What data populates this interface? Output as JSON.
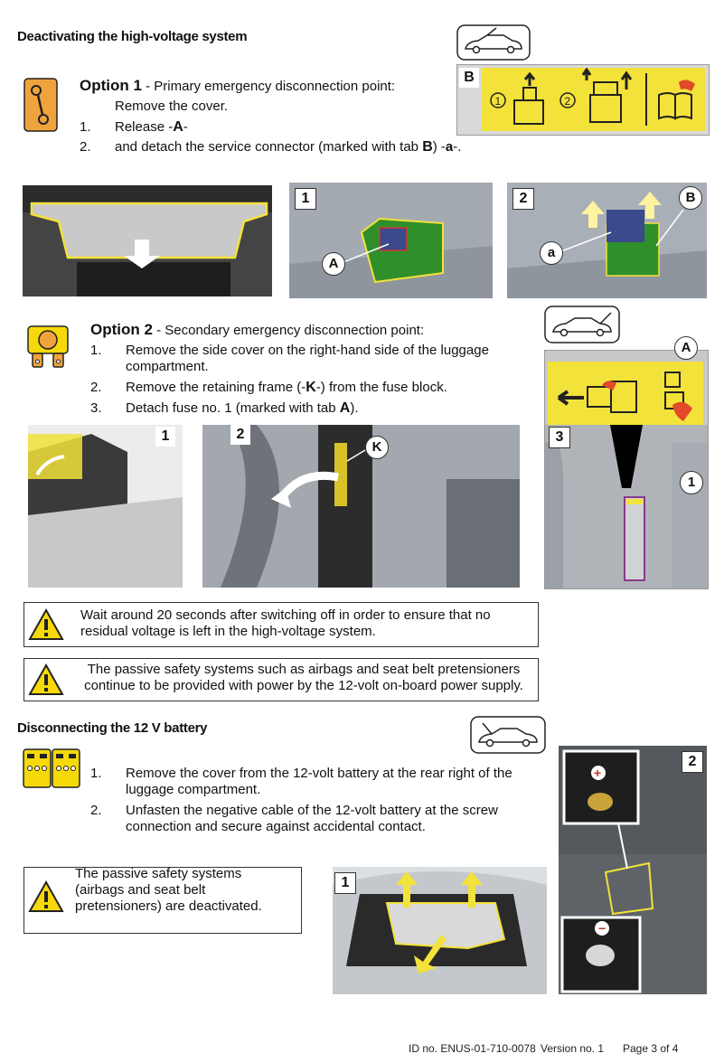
{
  "section1": {
    "heading": "Deactivating the high-voltage system",
    "option1": {
      "title": "Option 1",
      "subtitle": " - Primary emergency disconnection point:",
      "line0": "Remove the cover.",
      "steps": [
        {
          "num": "1.",
          "pre": "Release -",
          "bold": "A",
          "post": "-"
        },
        {
          "num": "2.",
          "pre": "and detach the service connector (marked with tab ",
          "bold": "B",
          "post": ")  -",
          "bold2": "a",
          "post2": "-."
        }
      ],
      "panel_label": "B",
      "photo_labels": {
        "p2": "1",
        "p3": "2",
        "A": "A",
        "a": "a",
        "B": "B"
      }
    },
    "option2": {
      "title": "Option 2",
      "subtitle": " - Secondary emergency disconnection point:",
      "steps": [
        {
          "num": "1.",
          "text": "Remove the side cover on the right-hand side of the luggage compartment."
        },
        {
          "num": "2.",
          "pre": "Remove the retaining frame (-",
          "bold": "K",
          "post": "-) from the fuse block."
        },
        {
          "num": "3.",
          "pre": "Detach fuse no. 1 (marked with tab ",
          "bold": "A",
          "post": ")."
        }
      ],
      "photo_labels": {
        "p1": "1",
        "p2": "2",
        "p3": "3",
        "K": "K",
        "A": "A",
        "fuse": "1"
      }
    },
    "warning1": "Wait around 20 seconds after switching off in order to ensure that no residual voltage is left in the high-voltage system.",
    "warning2": "The passive safety systems such as airbags and seat belt pretensioners continue to be provided with power by the 12-volt on-board power supply."
  },
  "section2": {
    "heading": "Disconnecting the 12 V battery",
    "steps": [
      {
        "num": "1.",
        "text": "Remove the cover from the 12-volt battery at the rear right of the luggage compartment."
      },
      {
        "num": "2.",
        "text": "Unfasten the negative cable of the 12-volt battery at the screw connection and secure against accidental contact."
      }
    ],
    "warning": "The passive safety systems (airbags and seat belt pretensioners) are deactivated.",
    "photo_labels": {
      "p1": "1",
      "p2": "2"
    }
  },
  "footer": {
    "id": "ID no. ENUS-01-710-0078",
    "version": "Version no. 1",
    "page": "Page 3 of 4"
  },
  "colors": {
    "highlight_yellow": "#f3e23a",
    "warning_yellow": "#f5d90a",
    "orange_icon": "#f0a33c",
    "green_part": "#2f8f2a"
  },
  "icons": [
    "car-front-hood-icon",
    "disconnect-switch-icon",
    "fuse-icon",
    "battery-icon",
    "warning-triangle-icon",
    "manual-book-icon"
  ]
}
